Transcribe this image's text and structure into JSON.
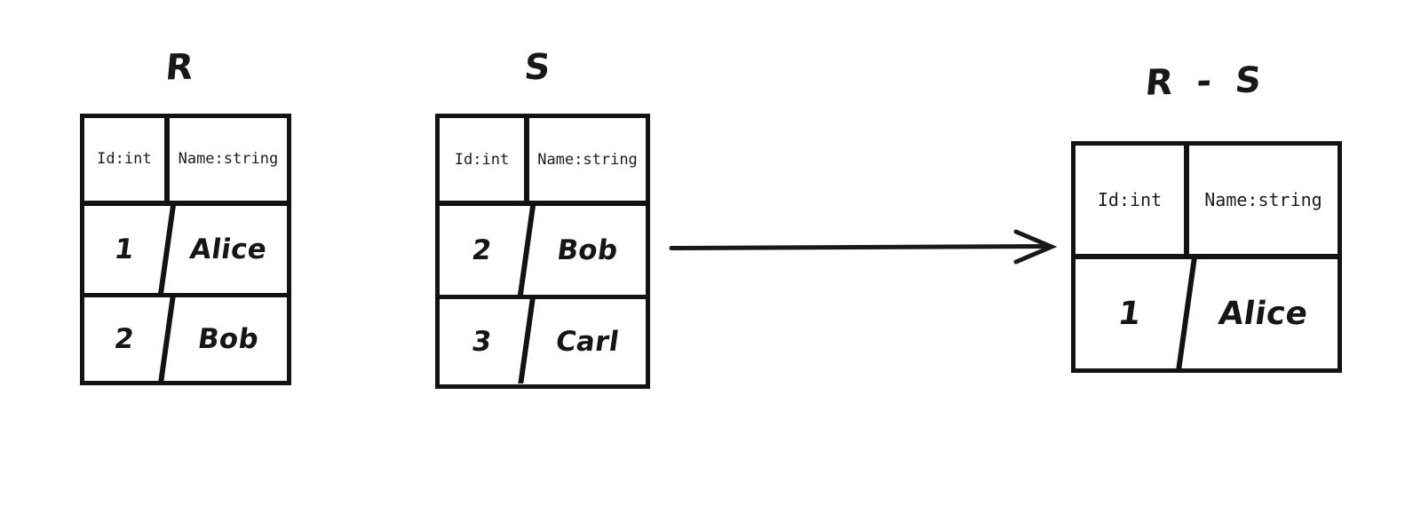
{
  "diagram": {
    "title_r": "R",
    "title_s": "S",
    "title_result": "R - S",
    "arrow": "arrow-right"
  },
  "columns": {
    "id": "Id:int",
    "name": "Name:string"
  },
  "tables": {
    "r": {
      "label": "R",
      "headers": [
        "Id:int",
        "Name:string"
      ],
      "rows": [
        {
          "id": "1",
          "name": "Alice"
        },
        {
          "id": "2",
          "name": "Bob"
        }
      ]
    },
    "s": {
      "label": "S",
      "headers": [
        "Id:int",
        "Name:string"
      ],
      "rows": [
        {
          "id": "2",
          "name": "Bob"
        },
        {
          "id": "3",
          "name": "Carl"
        }
      ]
    },
    "result": {
      "label": "R - S",
      "headers": [
        "Id:int",
        "Name:string"
      ],
      "rows": [
        {
          "id": "1",
          "name": "Alice"
        }
      ]
    }
  },
  "colors": {
    "ink": "#111315",
    "background": "#ffffff"
  }
}
